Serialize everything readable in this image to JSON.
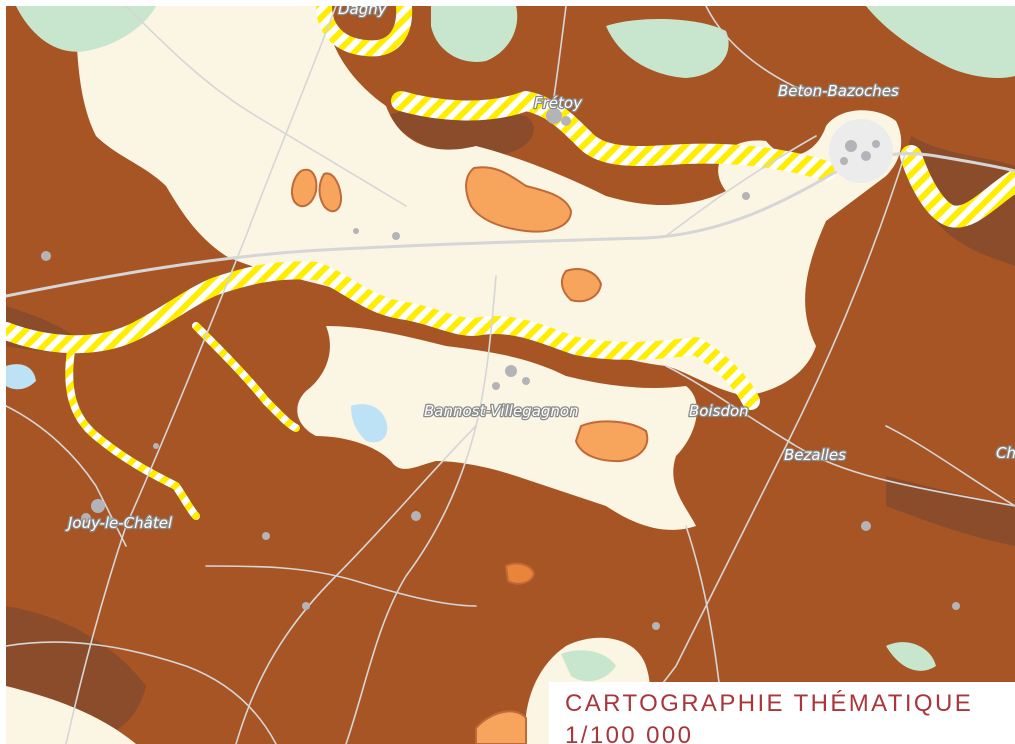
{
  "map": {
    "places": [
      {
        "id": "dagny",
        "name": "Dagny"
      },
      {
        "id": "fretoy",
        "name": "Frétoy"
      },
      {
        "id": "beton-bazoches",
        "name": "Beton-Bazoches"
      },
      {
        "id": "bannost-villegagnon",
        "name": "Bannost-Villegagnon"
      },
      {
        "id": "boisdon",
        "name": "Boisdon"
      },
      {
        "id": "bezalles",
        "name": "Bezalles"
      },
      {
        "id": "jouy-le-chatel",
        "name": "Jouy-le-Châtel"
      },
      {
        "id": "ch-partial",
        "name": "Ch"
      }
    ],
    "colors": {
      "terrain_brown": "#a75524",
      "terrain_dark_brown": "#8a4c2b",
      "plain_cream": "#fbf5e3",
      "orange_patch": "#f7a45c",
      "orange_patch_dark": "#e9843a",
      "hatch_yellow": "#ffee00",
      "water_blue": "#bde1f5",
      "forest_green": "#c7e6cd",
      "roads": "#d6d6d6",
      "label_halo": "#8a8a8a"
    }
  },
  "title_panel": {
    "line1": "CARTOGRAPHIE THÉMATIQUE",
    "line2": "1/100 000"
  }
}
